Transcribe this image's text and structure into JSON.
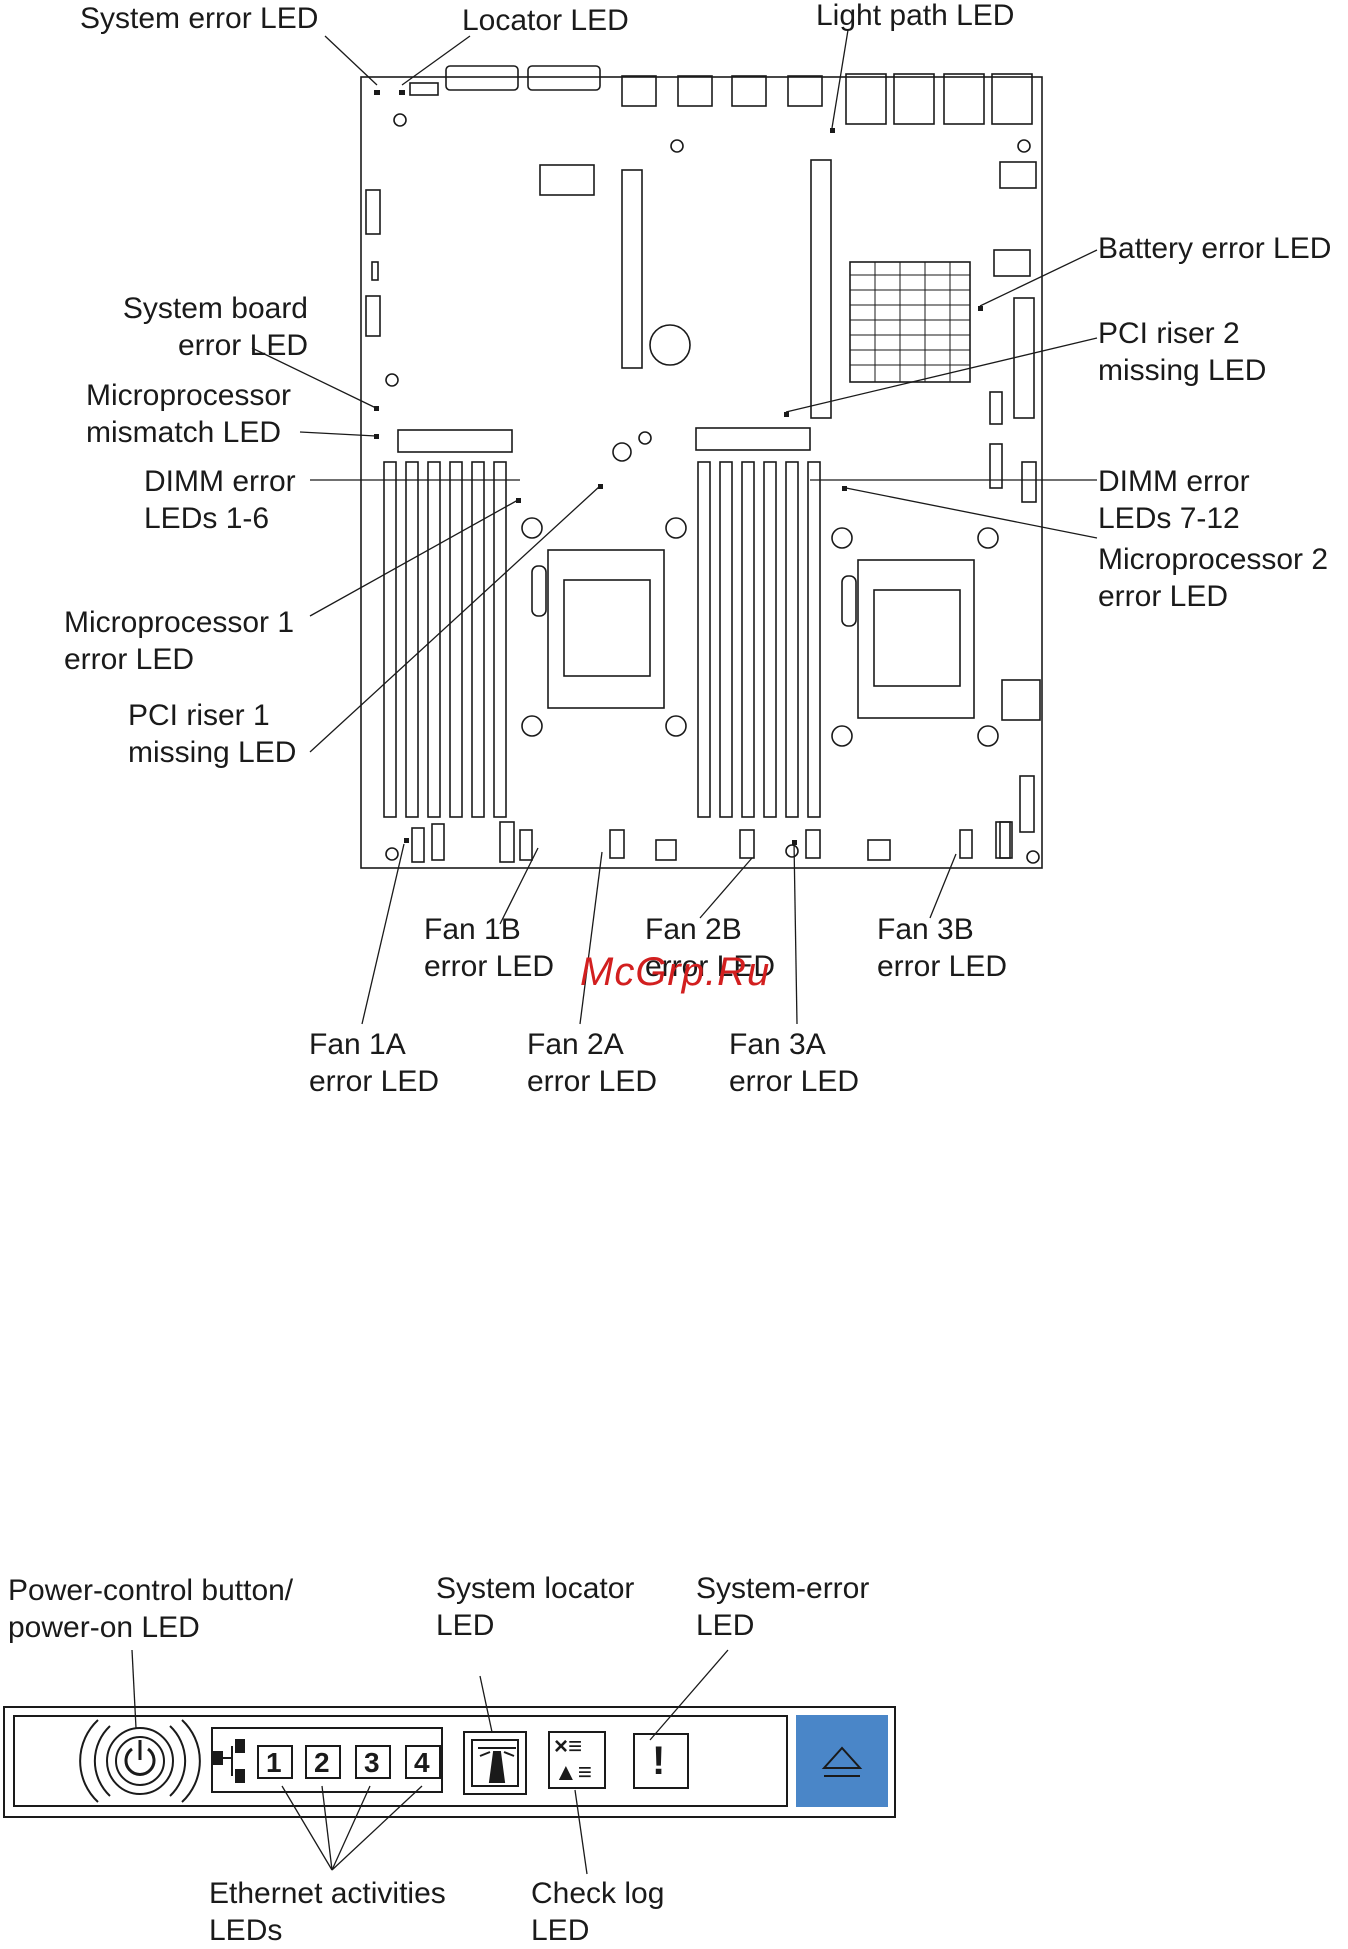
{
  "board_labels": {
    "system_error_led": "System error LED",
    "locator_led": "Locator LED",
    "light_path_led": "Light path LED",
    "battery_error_led": "Battery error LED",
    "system_board_error_led": [
      "System board",
      "error LED"
    ],
    "microprocessor_mismatch_led": [
      "Microprocessor",
      "mismatch LED"
    ],
    "pci_riser2_missing_led": [
      "PCI riser 2",
      "missing LED"
    ],
    "dimm_error_leds_1_6": [
      "DIMM error",
      "LEDs 1-6"
    ],
    "dimm_error_leds_7_12": [
      "DIMM error",
      "LEDs 7-12"
    ],
    "microprocessor2_error_led": [
      "Microprocessor 2",
      "error LED"
    ],
    "microprocessor1_error_led": [
      "Microprocessor 1",
      "error LED"
    ],
    "pci_riser1_missing_led": [
      "PCI riser 1",
      "missing LED"
    ],
    "fan1b_error_led": [
      "Fan 1B",
      "error LED"
    ],
    "fan2b_error_led": [
      "Fan 2B",
      "error LED"
    ],
    "fan3b_error_led": [
      "Fan 3B",
      "error LED"
    ],
    "fan1a_error_led": [
      "Fan 1A",
      "error LED"
    ],
    "fan2a_error_led": [
      "Fan 2A",
      "error LED"
    ],
    "fan3a_error_led": [
      "Fan 3A",
      "error LED"
    ]
  },
  "panel_labels": {
    "power_control": [
      "Power-control button/",
      "power-on LED"
    ],
    "system_locator": [
      "System  locator",
      "LED"
    ],
    "system_error": [
      "System-error",
      "LED"
    ],
    "ethernet_activities": [
      "Ethernet  activities",
      "LEDs"
    ],
    "check_log": [
      "Check log",
      "LED"
    ]
  },
  "ethernet_ports": [
    "1",
    "2",
    "3",
    "4"
  ],
  "error_glyph": "!",
  "check_glyph_top": "×≡",
  "check_glyph_bottom": "▲≡",
  "watermark": "McGrp.Ru",
  "colors": {
    "line": "#1a1a1a",
    "eject_button": "#4a86c8",
    "watermark": "#d21f1f"
  }
}
